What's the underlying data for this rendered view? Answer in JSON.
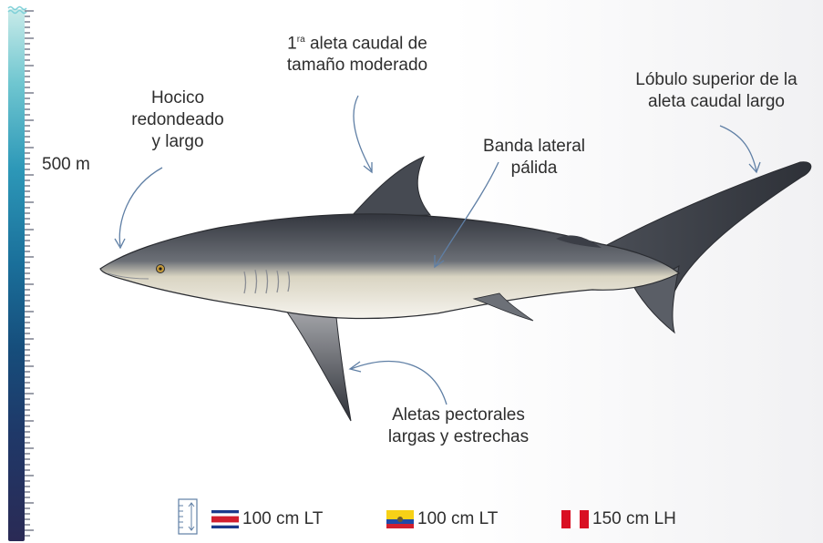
{
  "depth": {
    "label": "500 m"
  },
  "annotations": {
    "snout": [
      "Hocico",
      "redondeado",
      "y largo"
    ],
    "first_fin": [
      "aleta caudal de",
      "tamaño moderado"
    ],
    "first_fin_prefix": "1",
    "first_fin_sup": "ra",
    "caudal_lobe": [
      "Lóbulo superior de la",
      "aleta caudal largo"
    ],
    "lateral_band": [
      "Banda lateral",
      "pálida"
    ],
    "pectoral": [
      "Aletas pectorales",
      "largas y estrechas"
    ]
  },
  "legend": {
    "costa_rica": "100 cm LT",
    "ecuador": "100 cm LT",
    "peru": "150 cm LH"
  },
  "colors": {
    "arrow": "#5f7fa5",
    "shark_top": "#3d4048",
    "shark_belly": "#f3f1ea"
  },
  "icons": [
    "wave-icon",
    "measure-icon",
    "costa-rica-flag",
    "ecuador-flag",
    "peru-flag"
  ]
}
